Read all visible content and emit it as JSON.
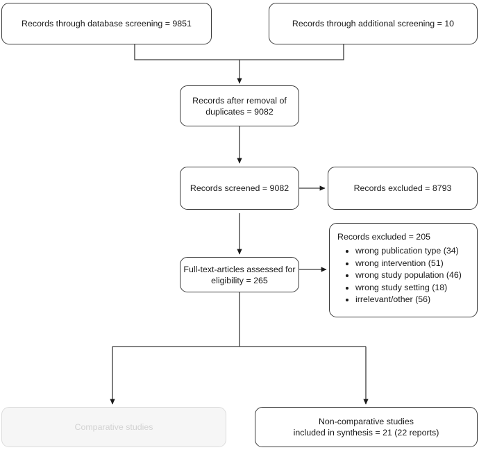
{
  "diagram": {
    "type": "prisma-flow-diagram",
    "colors": {
      "border": "#3a3a3a",
      "text": "#1a1a1a",
      "muted_border": "#dcdcdc",
      "muted_fill": "#f6f6f6",
      "muted_text": "#d2d2d2",
      "connector": "#3a3a3a",
      "background": "#ffffff"
    },
    "nodes": {
      "database_screening": "Records through database screening = 9851",
      "additional_screening": "Records through additional screening = 10",
      "after_duplicates": "Records after removal of\nduplicates = 9082",
      "records_screened": "Records screened = 9082",
      "records_excluded_screening": "Records excluded = 8793",
      "fulltext_assessed": "Full-text-articles assessed for\neligibility = 265",
      "records_excluded_fulltext_heading": "Records excluded = 205",
      "records_excluded_fulltext_reasons": [
        "wrong publication type (34)",
        "wrong intervention (51)",
        "wrong study population (46)",
        "wrong study setting (18)",
        "irrelevant/other (56)"
      ],
      "comparative_studies": "Comparative studies",
      "non_comparative_studies": "Non-comparative studies\nincluded in synthesis = 21 (22 reports)"
    }
  }
}
